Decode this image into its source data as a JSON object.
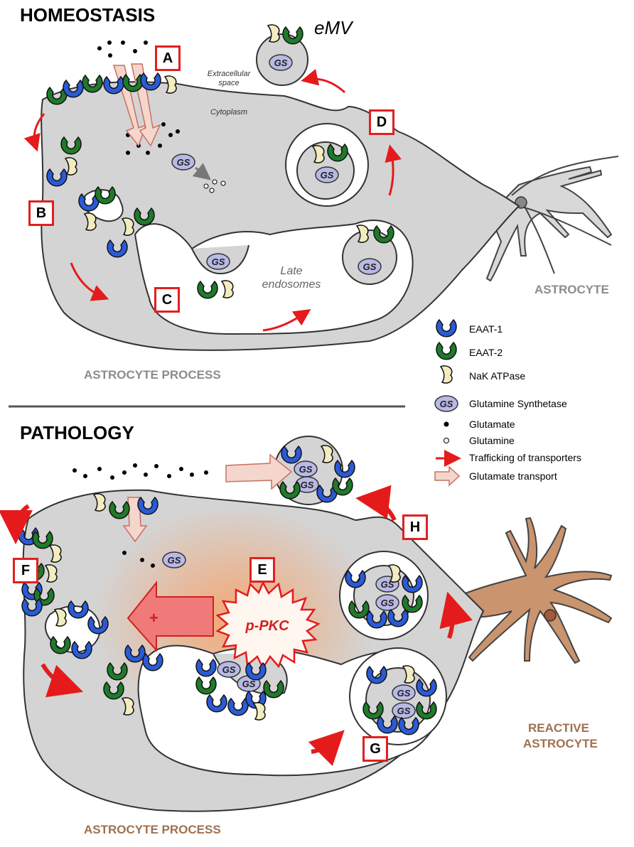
{
  "sections": {
    "homeostasis_title": "HOMEOSTASIS",
    "pathology_title": "PATHOLOGY"
  },
  "labels": {
    "emv": "eMV",
    "extracellular": "Extracellular space",
    "extracellular_l1": "Extracellular",
    "extracellular_l2": "space",
    "cytoplasm": "Cytoplasm",
    "late_endosomes_l1": "Late",
    "late_endosomes_l2": "endosomes",
    "astrocyte": "ASTROCYTE",
    "astrocyte_process_top": "ASTROCYTE PROCESS",
    "astrocyte_process_bottom": "ASTROCYTE PROCESS",
    "reactive_l1": "REACTIVE",
    "reactive_l2": "ASTROCYTE",
    "gs": "GS",
    "ppkc": "p-PKC",
    "plus": "+"
  },
  "boxes": [
    "A",
    "B",
    "C",
    "D",
    "E",
    "F",
    "G",
    "H"
  ],
  "legend": [
    {
      "icon": "eaat1-icon",
      "label": "EAAT-1",
      "color": "#2a5bd7"
    },
    {
      "icon": "eaat2-icon",
      "label": "EAAT-2",
      "color": "#1f7a2a"
    },
    {
      "icon": "nak-atpase-icon",
      "label": "NaK ATPase",
      "color": "#f3ecc0"
    },
    {
      "icon": "glutamine-synthetase-icon",
      "label": "Glutamine Synthetase",
      "color": "#b9b9e6"
    },
    {
      "icon": "glutamate-dot-icon",
      "label": "Glutamate",
      "color": "#000000"
    },
    {
      "icon": "glutamine-dot-icon",
      "label": "Glutamine",
      "color": "#ffffff"
    },
    {
      "icon": "trafficking-arrow-icon",
      "label": "Trafficking of transporters",
      "color": "#e51b1b"
    },
    {
      "icon": "transport-arrow-icon",
      "label": "Glutamate transport",
      "color": "#f0c8c0"
    }
  ],
  "colors": {
    "cell_fill": "#d4d4d4",
    "cell_stroke": "#333333",
    "reactive_fill": "#c9946e",
    "box_border": "#e02020",
    "arrow_red": "#e51b1b"
  }
}
